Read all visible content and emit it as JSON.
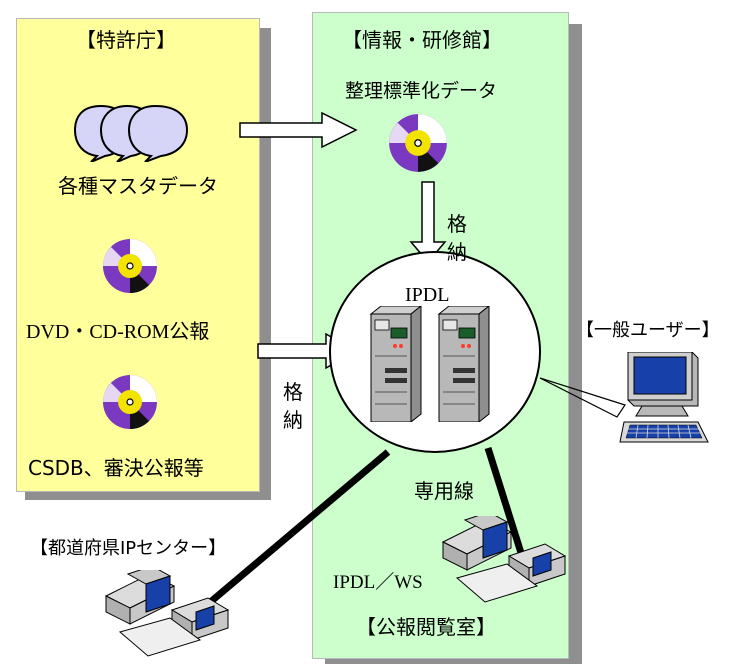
{
  "colors": {
    "patent_office_panel": "#ffff9c",
    "info_center_panel": "#ccffcc",
    "shadow": "#8f8f8f",
    "disc_purple": "#7b38c0",
    "disc_gold": "#f3e300",
    "monitor_screen": "#1740a8",
    "speech_bubble": "#d7d5f7"
  },
  "patent_office": {
    "title": "【特許庁】",
    "items": {
      "master_data": "各種マスタデータ",
      "dvd_cdrom": "DVD・CD-ROM公報",
      "csdb": "CSDB、審決公報等"
    }
  },
  "info_center": {
    "title": "【情報・研修館】",
    "standardized_data": "整理標準化データ",
    "store_label_top": [
      "格",
      "納"
    ],
    "ipdl_label": "IPDL",
    "dedicated_line": "専用線",
    "ipdl_ws": "IPDL／WS",
    "reading_room": "【公報閲覧室】"
  },
  "store_label_left": [
    "格",
    "納"
  ],
  "general_user": "【一般ユーザー】",
  "prefecture_center": "【都道府県IPセンター】",
  "icons": [
    "speech-bubbles-icon",
    "cd-disc-icon",
    "server-tower-icon",
    "desktop-computer-icon",
    "workstation-icon"
  ]
}
